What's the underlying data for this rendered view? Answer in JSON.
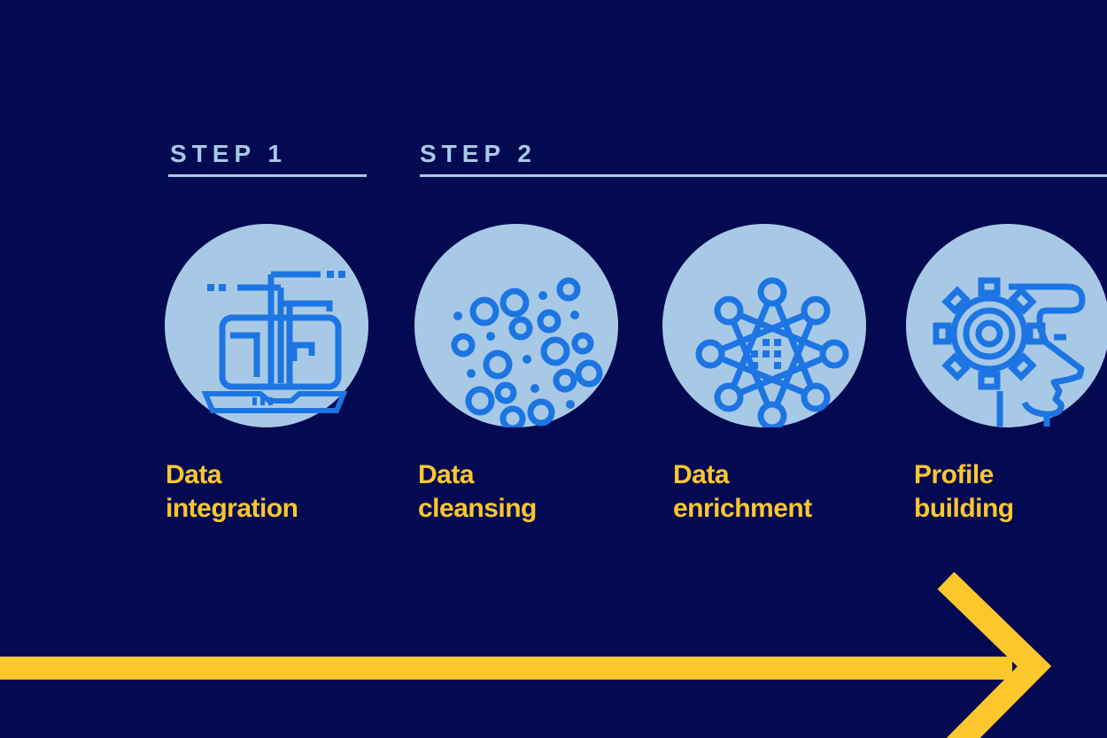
{
  "colors": {
    "background_navy": "#040a52",
    "light_blue": "#a7c9e6",
    "icon_blue": "#1c75e2",
    "accent_yellow": "#fcc72d"
  },
  "steps": [
    {
      "label": "STEP 1"
    },
    {
      "label": "STEP 2"
    }
  ],
  "stages": [
    {
      "icon": "laptop-circuit-icon",
      "label_line1": "Data",
      "label_line2": "integration"
    },
    {
      "icon": "bubbles-icon",
      "label_line1": "Data",
      "label_line2": "cleansing"
    },
    {
      "icon": "network-nodes-icon",
      "label_line1": "Data",
      "label_line2": "enrichment"
    },
    {
      "icon": "head-gear-icon",
      "label_line1": "Profile",
      "label_line2": "building"
    }
  ],
  "arrow": {
    "direction": "right"
  }
}
